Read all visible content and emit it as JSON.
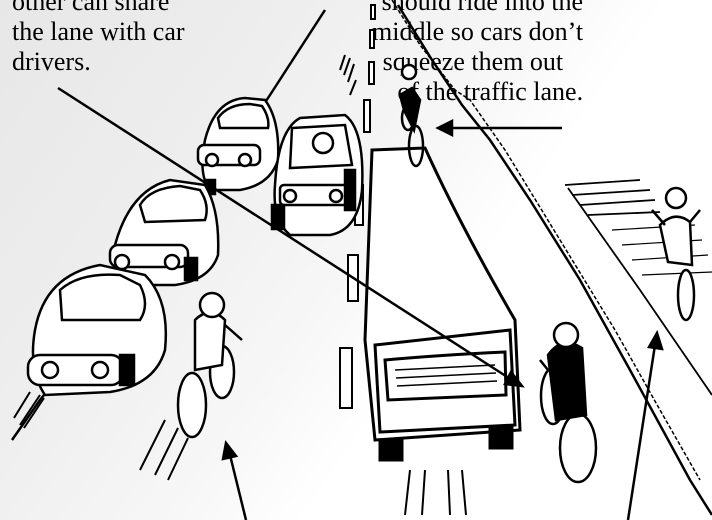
{
  "captions": {
    "left": [
      "other can share",
      "the lane with car",
      "drivers."
    ],
    "right": [
      "should ride into the",
      "middle so cars don’t",
      "squeeze them out",
      "of the traffic lane."
    ]
  },
  "colors": {
    "ink": "#000000",
    "paper": "#ffffff",
    "background_shade": "#e8e8e8"
  }
}
